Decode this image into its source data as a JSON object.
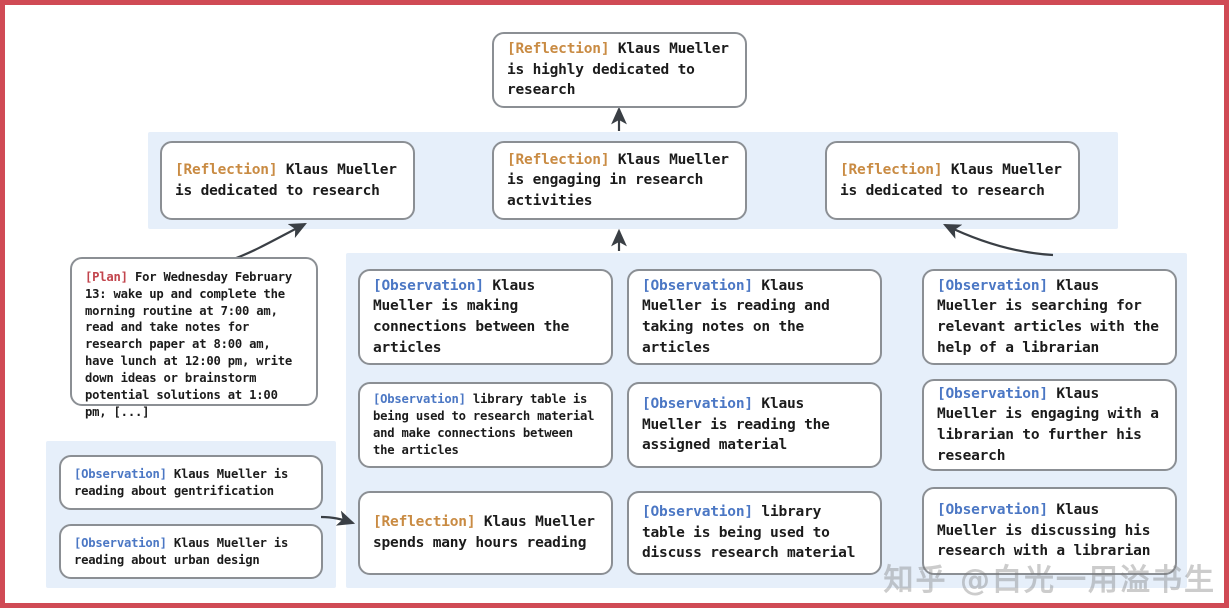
{
  "frame": {
    "border_color": "#d04a55"
  },
  "colors": {
    "panel_background": "#e6effa",
    "node_border": "#8b8f94",
    "node_background": "#ffffff",
    "tag_reflection": "#c98b43",
    "tag_observation": "#4b77c4",
    "tag_plan": "#c2444c",
    "arrow": "#3a3f45"
  },
  "tags": {
    "reflection": "[Reflection]",
    "observation": "[Observation]",
    "plan": "[Plan]"
  },
  "nodes": {
    "top_reflection": {
      "tag": "[Reflection]",
      "text": " Klaus Mueller is highly dedicated to research"
    },
    "mid_reflection_left": {
      "tag": "[Reflection]",
      "text": " Klaus Mueller is dedicated to research"
    },
    "mid_reflection_center": {
      "tag": "[Reflection]",
      "text": " Klaus Mueller is engaging in research activities"
    },
    "mid_reflection_right": {
      "tag": "[Reflection]",
      "text": " Klaus Mueller is dedicated to research"
    },
    "plan_box": {
      "tag": "[Plan]",
      "text": " For Wednesday February 13: wake up and complete the morning routine at 7:00 am, read and take notes for research paper at 8:00 am, have lunch at 12:00 pm, write down ideas or brainstorm potential solutions at 1:00 pm, [...]"
    },
    "obs_bottomleft_1": {
      "tag": "[Observation]",
      "text": " Klaus Mueller is reading about gentrification"
    },
    "obs_bottomleft_2": {
      "tag": "[Observation]",
      "text": " Klaus Mueller is reading about urban design"
    },
    "col1_1": {
      "tag": "[Observation]",
      "text": " Klaus Mueller is making connections between the articles"
    },
    "col1_2": {
      "tag": "[Observation]",
      "text": " library table is being used to research material and make connections between the articles"
    },
    "col1_3": {
      "tag": "[Reflection]",
      "text": " Klaus Mueller spends many hours reading"
    },
    "col2_1": {
      "tag": "[Observation]",
      "text": " Klaus Mueller is reading and taking notes on the articles"
    },
    "col2_2": {
      "tag": "[Observation]",
      "text": " Klaus Mueller is reading the assigned material"
    },
    "col2_3": {
      "tag": "[Observation]",
      "text": " library table is being used to discuss research material"
    },
    "col3_1": {
      "tag": "[Observation]",
      "text": " Klaus Mueller is searching for relevant articles with the help of a librarian"
    },
    "col3_2": {
      "tag": "[Observation]",
      "text": " Klaus Mueller is engaging with a librarian to further his research"
    },
    "col3_3": {
      "tag": "[Observation]",
      "text": " Klaus Mueller is discussing his research with a librarian"
    }
  },
  "watermark": {
    "text": "知乎 @白光一用溢书生"
  }
}
